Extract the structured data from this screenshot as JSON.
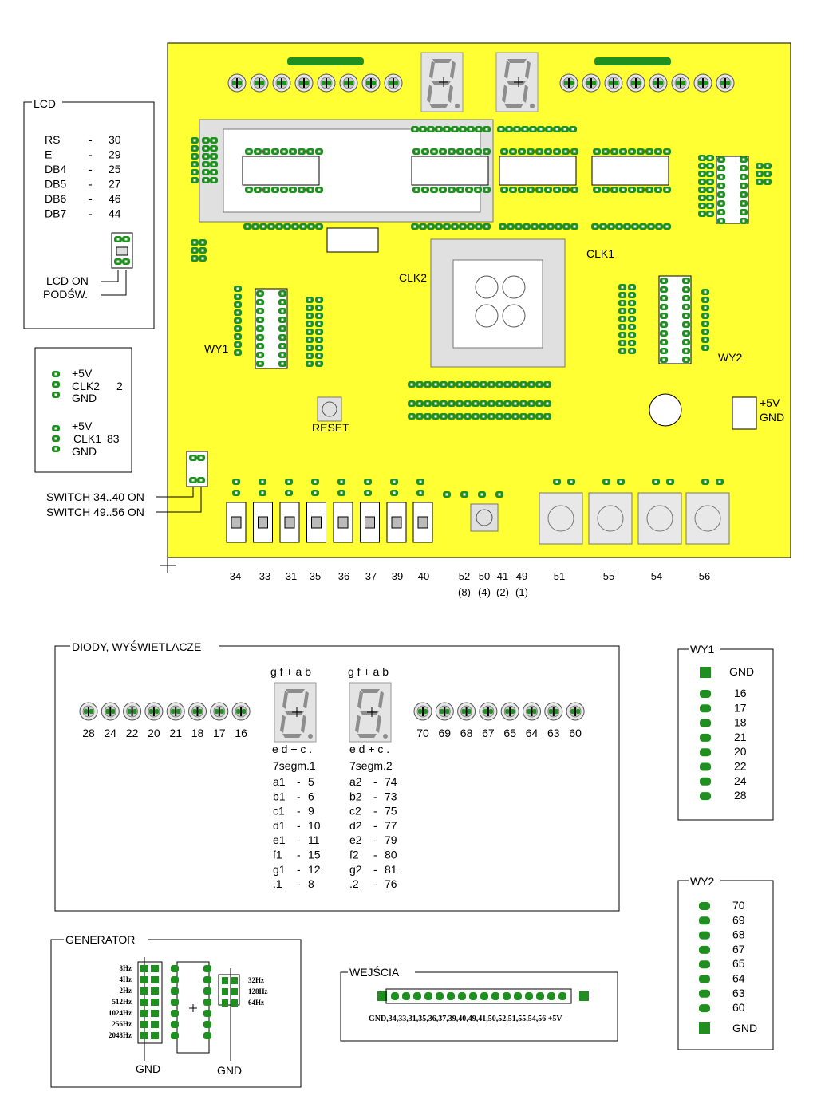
{
  "lcd": {
    "title": "LCD",
    "rows": [
      {
        "name": "RS",
        "dash": "-",
        "pin": "30"
      },
      {
        "name": "E",
        "dash": "-",
        "pin": "29"
      },
      {
        "name": "DB4",
        "dash": "-",
        "pin": "25"
      },
      {
        "name": "DB5",
        "dash": "-",
        "pin": "27"
      },
      {
        "name": "DB6",
        "dash": "-",
        "pin": "46"
      },
      {
        "name": "DB7",
        "dash": "-",
        "pin": "44"
      }
    ],
    "lcd_on": "LCD ON",
    "podsw": "PODŚW."
  },
  "clk_box": {
    "clk2": {
      "v5": "+5V",
      "label": "CLK2",
      "pin": "2",
      "gnd": "GND"
    },
    "clk1": {
      "v5": "+5V",
      "label": "CLK1",
      "pin": "83",
      "gnd": "GND"
    }
  },
  "switch_labels": [
    "SWITCH 34..40 ON",
    "SWITCH 49..56 ON"
  ],
  "board": {
    "clk1": "CLK1",
    "clk2": "CLK2",
    "wy1": "WY1",
    "wy2": "WY2",
    "reset": "RESET",
    "v5": "+5V",
    "gnd": "GND",
    "bottom_pins": [
      "34",
      "33",
      "31",
      "35",
      "36",
      "37",
      "39",
      "40",
      "52",
      "50",
      "41",
      "49",
      "51",
      "55",
      "54",
      "56"
    ],
    "bottom_sub": [
      "(8)",
      "(4)",
      "(2)",
      "(1)"
    ]
  },
  "diody": {
    "title": "DIODY, WYŚWIETLACZE",
    "left_leds": [
      "28",
      "24",
      "22",
      "20",
      "21",
      "18",
      "17",
      "16"
    ],
    "right_leds": [
      "70",
      "69",
      "68",
      "67",
      "65",
      "64",
      "63",
      "60"
    ],
    "seg_top": "g f + a b",
    "seg_bottom": "e d + c .",
    "seg1": {
      "title": "7segm.1",
      "rows": [
        {
          "n": "a1",
          "d": "-",
          "p": "5"
        },
        {
          "n": "b1",
          "d": "-",
          "p": "6"
        },
        {
          "n": "c1",
          "d": "-",
          "p": "9"
        },
        {
          "n": "d1",
          "d": "-",
          "p": "10"
        },
        {
          "n": "e1",
          "d": "-",
          "p": "11"
        },
        {
          "n": "f1",
          "d": "-",
          "p": "15"
        },
        {
          "n": "g1",
          "d": "-",
          "p": "12"
        },
        {
          "n": ".1",
          "d": "-",
          "p": "8"
        }
      ]
    },
    "seg2": {
      "title": "7segm.2",
      "rows": [
        {
          "n": "a2",
          "d": "-",
          "p": "74"
        },
        {
          "n": "b2",
          "d": "-",
          "p": "73"
        },
        {
          "n": "c2",
          "d": "-",
          "p": "75"
        },
        {
          "n": "d2",
          "d": "-",
          "p": "77"
        },
        {
          "n": "e2",
          "d": "-",
          "p": "79"
        },
        {
          "n": "f2",
          "d": "-",
          "p": "80"
        },
        {
          "n": "g2",
          "d": "-",
          "p": "81"
        },
        {
          "n": ".2",
          "d": "-",
          "p": "76"
        }
      ]
    }
  },
  "wy1": {
    "title": "WY1",
    "gnd": "GND",
    "pins": [
      "16",
      "17",
      "18",
      "21",
      "20",
      "22",
      "24",
      "28"
    ]
  },
  "wy2": {
    "title": "WY2",
    "gnd": "GND",
    "pins": [
      "70",
      "69",
      "68",
      "67",
      "65",
      "64",
      "63",
      "60"
    ]
  },
  "generator": {
    "title": "GENERATOR",
    "left": [
      "8Hz",
      "4Hz",
      "2Hz",
      "512Hz",
      "1024Hz",
      "256Hz",
      "2048Hz"
    ],
    "right": [
      "32Hz",
      "128Hz",
      "64Hz"
    ],
    "gnd1": "GND",
    "gnd2": "GND"
  },
  "wejscia": {
    "title": "WEJŚCIA",
    "pins": "GND,34,33,31,35,36,37,39,40,49,41,50,52,51,55,54,56 +5V"
  },
  "colors": {
    "board": "#ffff33",
    "pad": "#1f8f1f",
    "pad_dark": "#0d5e0d",
    "outline": "#000000",
    "part": "#d8d8d8"
  }
}
